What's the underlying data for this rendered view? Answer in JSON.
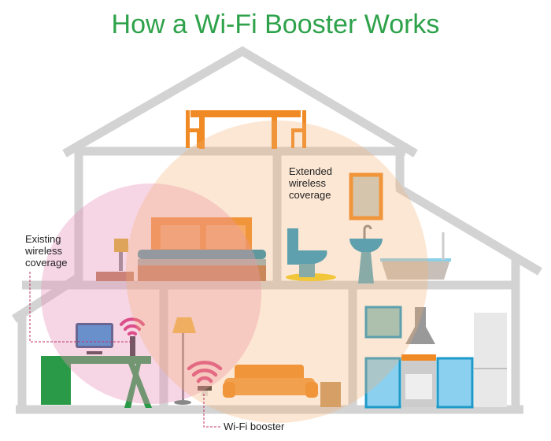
{
  "title": "How a Wi-Fi Booster Works",
  "labels": {
    "existing": [
      "Existing",
      "wireless",
      "coverage"
    ],
    "extended": [
      "Extended",
      "wireless",
      "coverage"
    ],
    "booster": "Wi-Fi booster"
  },
  "colors": {
    "title": "#2ea24a",
    "house": "#d3d3d3",
    "existing_coverage": "#e8a0c0",
    "extended_coverage": "#f8c890",
    "wifi_signal": "#d6246e"
  }
}
